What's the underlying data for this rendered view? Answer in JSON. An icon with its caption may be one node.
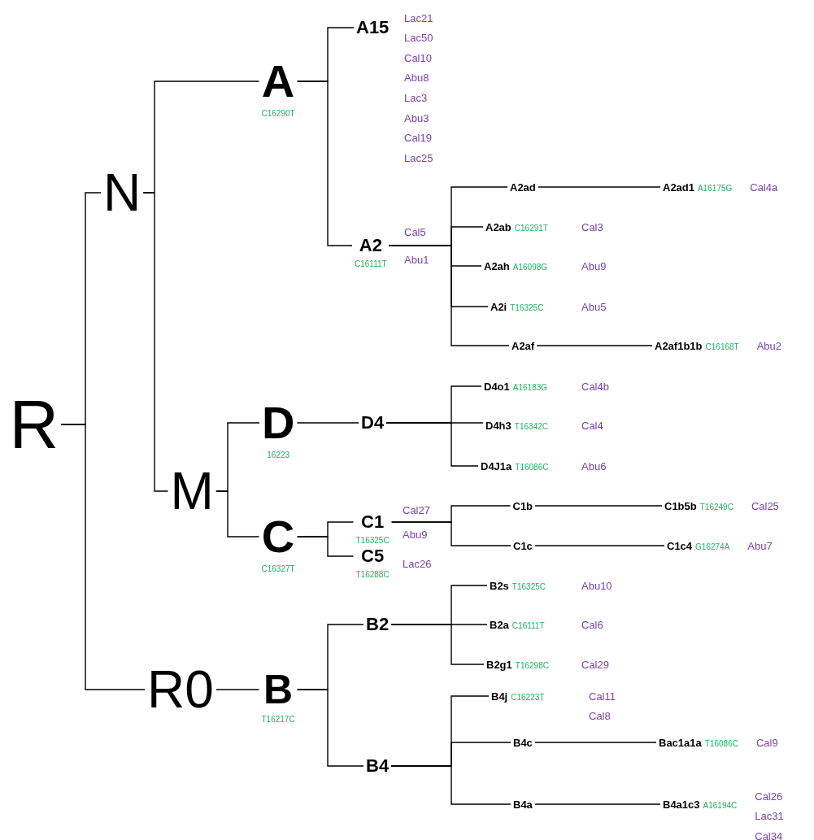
{
  "diagram": {
    "nodes": [
      {
        "text": [
          "R"
        ]
      },
      {
        "text": [
          "N"
        ]
      },
      {
        "text": [
          "A",
          "C16290T"
        ]
      },
      {
        "text": [
          "A15"
        ],
        "beside": [
          "Lac21",
          "Lac50",
          "Cal10",
          "Abu8",
          "Lac3",
          "Abu3",
          "Cal19",
          "Lac25"
        ]
      },
      {
        "text": [
          "A2",
          "C16111T"
        ],
        "beside": [
          "Cal5",
          "Abu1"
        ]
      },
      {
        "text": [
          "A2ad"
        ]
      },
      {
        "text": [
          "A2ad1",
          "A16175G"
        ],
        "beside": [
          "Cal4a"
        ]
      },
      {
        "text": [
          "A2ab",
          "C16291T"
        ],
        "beside": [
          "Cal3"
        ]
      },
      {
        "text": [
          "A2ah",
          "A16098G"
        ],
        "beside": [
          "Abu9"
        ]
      },
      {
        "text": [
          "A2i",
          "T16325C"
        ],
        "beside": [
          "Abu5"
        ]
      },
      {
        "text": [
          "A2af"
        ]
      },
      {
        "text": [
          "A2af1b1b",
          "C16168T"
        ],
        "beside": [
          "Abu2"
        ]
      },
      {
        "text": [
          "M"
        ]
      },
      {
        "text": [
          "D",
          "16223"
        ]
      },
      {
        "text": [
          "D4"
        ]
      },
      {
        "text": [
          "D4o1",
          "A16183G"
        ],
        "beside": [
          "Cal4b"
        ]
      },
      {
        "text": [
          "D4h3",
          "T16342C"
        ],
        "beside": [
          "Cal4"
        ]
      },
      {
        "text": [
          "D4J1a",
          "T16086C"
        ],
        "beside": [
          "Abu6"
        ]
      },
      {
        "text": [
          "C",
          "C16327T"
        ]
      },
      {
        "text": [
          "C1",
          "T16325C"
        ],
        "beside": [
          "Cal27",
          "Abu9"
        ]
      },
      {
        "text": [
          "C5",
          "T16288C"
        ],
        "beside": [
          "Lac26"
        ]
      },
      {
        "text": [
          "C1b"
        ]
      },
      {
        "text": [
          "C1b5b",
          "T16249C"
        ],
        "beside": [
          "Cal25"
        ]
      },
      {
        "text": [
          "C1c"
        ]
      },
      {
        "text": [
          "C1c4",
          "G16274A"
        ],
        "beside": [
          "Abu7"
        ]
      },
      {
        "text": [
          "R0"
        ]
      },
      {
        "text": [
          "B",
          "T16217C"
        ]
      },
      {
        "text": [
          "B2"
        ]
      },
      {
        "text": [
          "B2s",
          "T16325C"
        ],
        "beside": [
          "Abu10"
        ]
      },
      {
        "text": [
          "B2a",
          "C16111T"
        ],
        "beside": [
          "Cal6"
        ]
      },
      {
        "text": [
          "B2g1",
          "T16298C"
        ],
        "beside": [
          "Cal29"
        ]
      },
      {
        "text": [
          "B4"
        ]
      },
      {
        "text": [
          "B4j",
          "C16223T"
        ],
        "beside": [
          "Cal11",
          "Cal8"
        ]
      },
      {
        "text": [
          "B4c"
        ]
      },
      {
        "text": [
          "Bac1a1a",
          "T16086C"
        ],
        "beside": [
          "Cal9"
        ]
      },
      {
        "text": [
          "B4a"
        ]
      },
      {
        "text": [
          "B4a1c3",
          "A16194C"
        ],
        "beside": [
          "Cal26",
          "Lac31",
          "Cal34"
        ]
      }
    ],
    "edges": [
      {
        "from": 0,
        "to": 1,
        "arrow": "none"
      },
      {
        "from": 1,
        "to": 2,
        "arrow": "none"
      },
      {
        "from": 2,
        "to": 3,
        "arrow": "none"
      },
      {
        "from": 2,
        "to": 4,
        "arrow": "none"
      },
      {
        "from": 4,
        "to": 5,
        "arrow": "none"
      },
      {
        "from": 5,
        "to": 6,
        "arrow": "none"
      },
      {
        "from": 4,
        "to": 7,
        "arrow": "none"
      },
      {
        "from": 4,
        "to": 8,
        "arrow": "none"
      },
      {
        "from": 4,
        "to": 9,
        "arrow": "none"
      },
      {
        "from": 4,
        "to": 10,
        "arrow": "none"
      },
      {
        "from": 10,
        "to": 11,
        "arrow": "none"
      },
      {
        "from": 1,
        "to": 12,
        "arrow": "none"
      },
      {
        "from": 12,
        "to": 13,
        "arrow": "none"
      },
      {
        "from": 13,
        "to": 14,
        "arrow": "none"
      },
      {
        "from": 14,
        "to": 15,
        "arrow": "none"
      },
      {
        "from": 14,
        "to": 16,
        "arrow": "none"
      },
      {
        "from": 14,
        "to": 17,
        "arrow": "none"
      },
      {
        "from": 12,
        "to": 18,
        "arrow": "none"
      },
      {
        "from": 18,
        "to": 19,
        "arrow": "none"
      },
      {
        "from": 18,
        "to": 20,
        "arrow": "none"
      },
      {
        "from": 19,
        "to": 21,
        "arrow": "none"
      },
      {
        "from": 21,
        "to": 22,
        "arrow": "none"
      },
      {
        "from": 19,
        "to": 23,
        "arrow": "none"
      },
      {
        "from": 23,
        "to": 24,
        "arrow": "none"
      },
      {
        "from": 0,
        "to": 25,
        "arrow": "none"
      },
      {
        "from": 25,
        "to": 26,
        "arrow": "none"
      },
      {
        "from": 26,
        "to": 27,
        "arrow": "none"
      },
      {
        "from": 27,
        "to": 28,
        "arrow": "none"
      },
      {
        "from": 27,
        "to": 29,
        "arrow": "none"
      },
      {
        "from": 27,
        "to": 30,
        "arrow": "none"
      },
      {
        "from": 26,
        "to": 31,
        "arrow": "none"
      },
      {
        "from": 31,
        "to": 32,
        "arrow": "none"
      },
      {
        "from": 31,
        "to": 33,
        "arrow": "none"
      },
      {
        "from": 33,
        "to": 34,
        "arrow": "none"
      },
      {
        "from": 31,
        "to": 35,
        "arrow": "none"
      },
      {
        "from": 35,
        "to": 36,
        "arrow": "none"
      }
    ]
  }
}
